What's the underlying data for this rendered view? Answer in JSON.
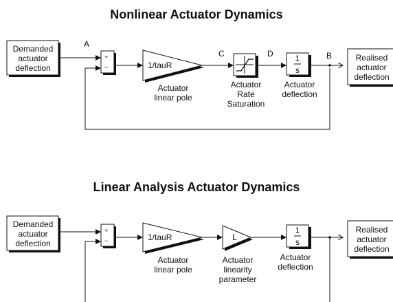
{
  "diagrams": [
    {
      "title": "Nonlinear Actuator Dynamics",
      "inport": [
        "Demanded",
        "actuator",
        "deflection"
      ],
      "sum_signs": [
        "+",
        "−"
      ],
      "gain": "1/tauR",
      "gain_label": [
        "Actuator",
        "linear pole"
      ],
      "saturation_label": [
        "Actuator",
        "Rate",
        "Saturation"
      ],
      "integrator": {
        "num": "1",
        "den": "s"
      },
      "integrator_label": [
        "Actuator",
        "deflection"
      ],
      "outport": [
        "Realised",
        "actuator",
        "deflection"
      ],
      "signals": {
        "a": "A",
        "b": "B",
        "c": "C",
        "d": "D"
      }
    },
    {
      "title": "Linear Analysis Actuator Dynamics",
      "inport": [
        "Demanded",
        "actuator",
        "deflection"
      ],
      "sum_signs": [
        "+",
        "−"
      ],
      "gain": "1/tauR",
      "gain_label": [
        "Actuator",
        "linear pole"
      ],
      "linearity_gain": "L",
      "linearity_label": [
        "Actuator",
        "linearity",
        "parameter"
      ],
      "integrator": {
        "num": "1",
        "den": "s"
      },
      "integrator_label": [
        "Actuator",
        "deflection"
      ],
      "outport": [
        "Realised",
        "actuator",
        "deflection"
      ]
    }
  ]
}
